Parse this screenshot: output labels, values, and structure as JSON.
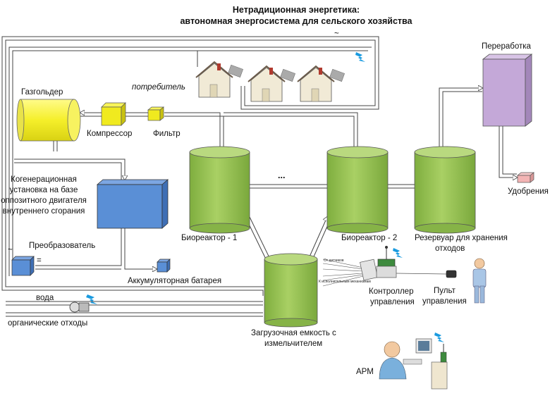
{
  "title": {
    "line1": "Нетрадиционная энергетика:",
    "line2": "автономная энергосистема для сельского хозяйства"
  },
  "labels": {
    "gasholder": "Газгольдер",
    "consumer": "потребитель",
    "compressor": "Компрессор",
    "filter": "Фильтр",
    "processing": "Переработка",
    "fertilizers": "Удобрения",
    "cogen_1": "Когенерационная",
    "cogen_2": "установка на базе",
    "cogen_3": "оппозитного двигателя",
    "cogen_4": "внутреннего сгорания",
    "converter": "Преобразователь",
    "battery": "Аккумуляторная батарея",
    "bioreactor1": "Биореактор - 1",
    "bioreactor2": "Биореактор - 2",
    "storage_1": "Резервуар для хранения",
    "storage_2": "отходов",
    "dots": "...",
    "water": "вода",
    "organic_waste": "органические отходы",
    "loading_1": "Загрузочная емкость с",
    "loading_2": "измельчителем",
    "controller_1": "Контроллер",
    "controller_2": "управления",
    "remote_1": "Пульт",
    "remote_2": "управления",
    "arm": "АРМ",
    "ac_symbol_top": "~",
    "ac_symbol_conv": "~",
    "dc_symbol_conv": "=",
    "sensors_label": "От датчиков",
    "actuators_label": "К исполнительным механизмам"
  },
  "colors": {
    "cylinder_green": "#9cc45a",
    "cylinder_top": "#b9d97f",
    "gasholder_yellow": "#f5f03a",
    "cogen_blue": "#5a8fd6",
    "processing_purple": "#c4a8d8",
    "fertilizer_pink": "#f3b4b4",
    "lightning_blue": "#1a9be0"
  }
}
